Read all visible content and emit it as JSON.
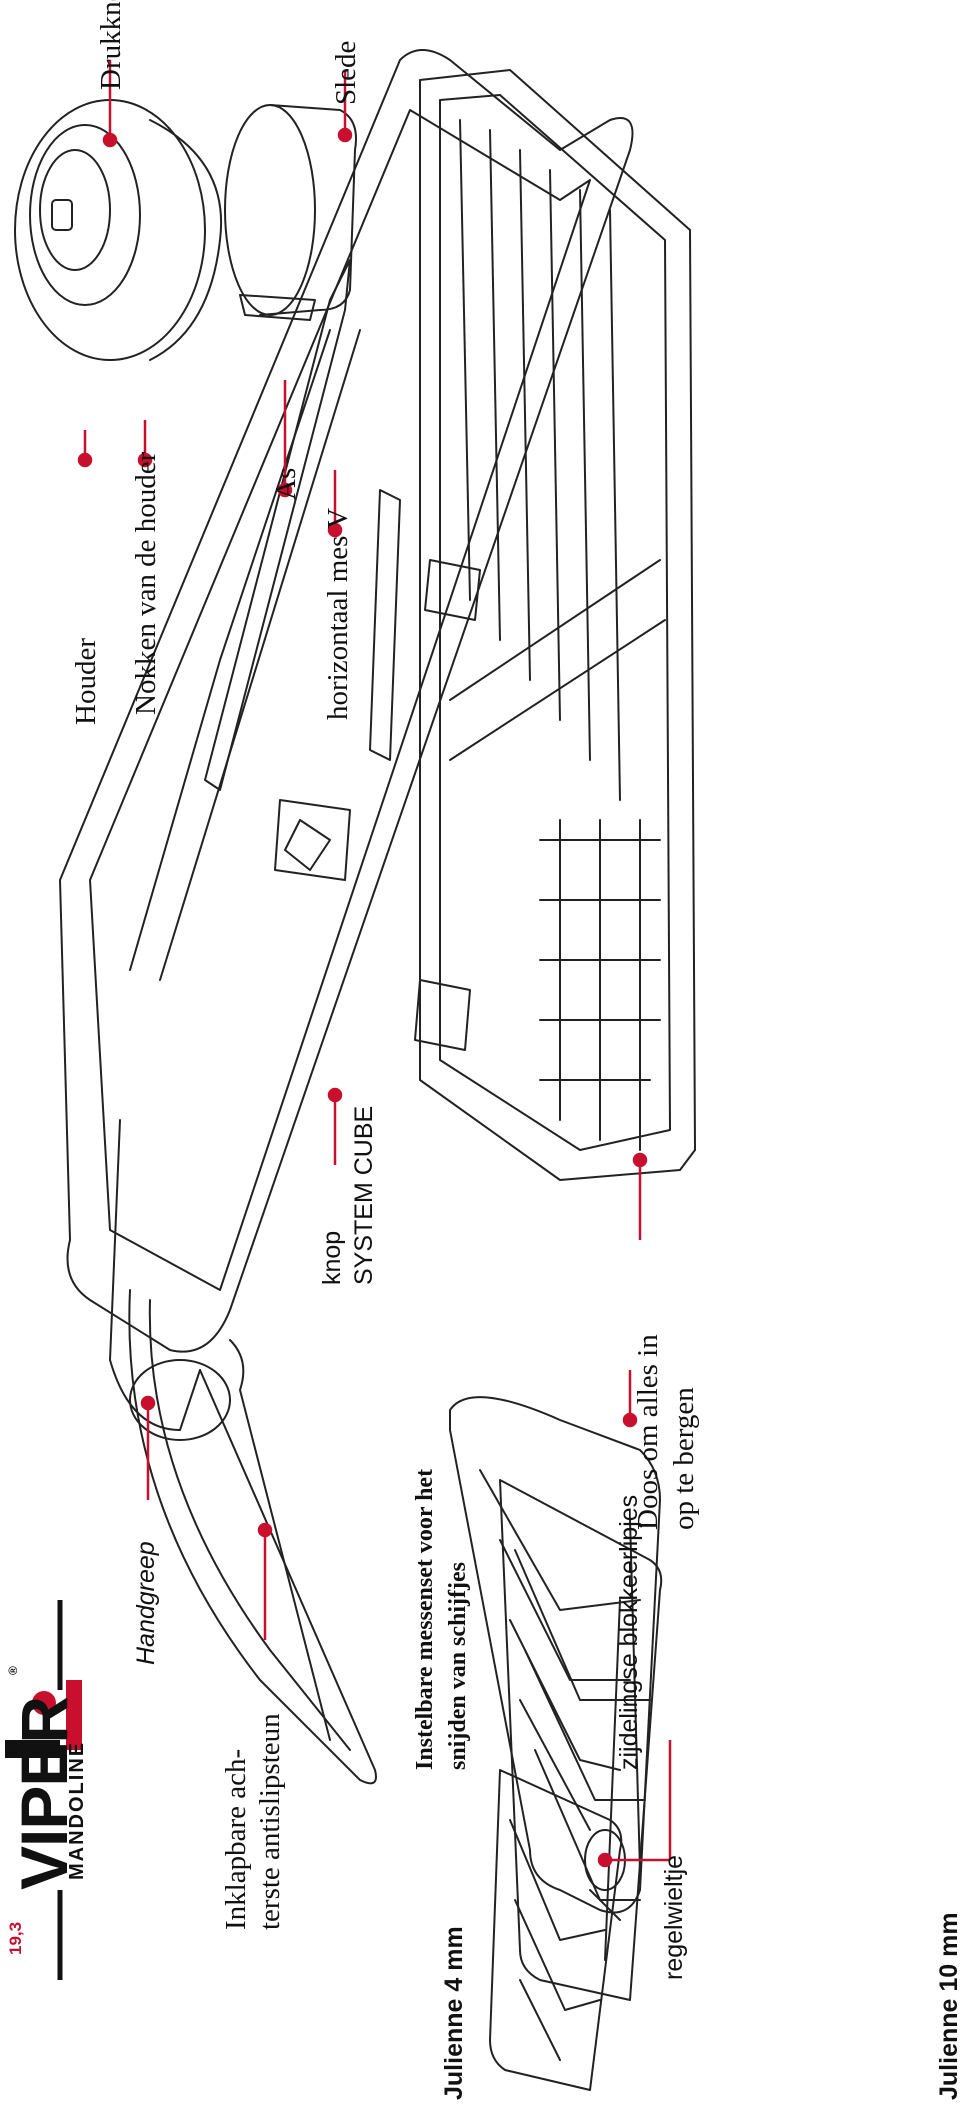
{
  "brand": {
    "name": "VIPER",
    "sub": "MANDOLINE",
    "badge": "19,3",
    "reg": "®",
    "accent": "#c8102e"
  },
  "labels": {
    "drukknop": "Drukknop",
    "slede": "Slede",
    "houder": "Houder",
    "nokken": "Nokken van de houder",
    "as": "As",
    "horizontaal": "horizontaal mes V",
    "doos_1": "Doos om alles in",
    "doos_2": "op te bergen",
    "zijdelingse": "zijdelingse blokkeerlipjes",
    "regelwieltje": "regelwieltje",
    "instelbare_1": "Instelbare messenset voor het",
    "instelbare_2": "snijden van schijfjes",
    "knop_1": "knop",
    "knop_2": "SYSTEM CUBE",
    "handgreep": "Handgreep",
    "inklapbare_1": "Inklapbare ach-",
    "inklapbare_2": "terste antislipsteun",
    "julienne4": "Julienne 4 mm",
    "julienne10": "Julienne 10 mm"
  },
  "colors": {
    "callout": "#c8102e",
    "line": "#222222"
  }
}
